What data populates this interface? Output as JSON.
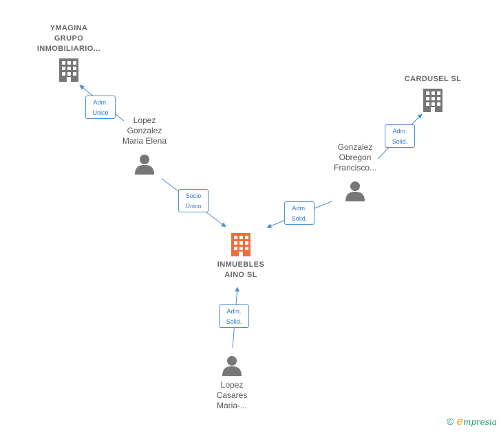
{
  "colors": {
    "edge": "#4a90d9",
    "node_gray": "#777777",
    "node_focus": "#f26b3a"
  },
  "nodes": {
    "ymagina": {
      "label": "YMAGINA\nGRUPO\nINMOBILIARIO...",
      "icon": "building-icon"
    },
    "cardusel": {
      "label": "CARDUSEL  SL",
      "icon": "building-icon"
    },
    "lopez_gonzalez": {
      "label": "Lopez\nGonzalez\nMaria Elena",
      "icon": "person-icon"
    },
    "gonzalez_obregon": {
      "label": "Gonzalez\nObregon\nFrancisco...",
      "icon": "person-icon"
    },
    "inmuebles": {
      "label": "INMUEBLES\nAINO  SL",
      "icon": "building-icon"
    },
    "lopez_casares": {
      "label": "Lopez\nCasares\nMaria-...",
      "icon": "person-icon"
    }
  },
  "relations": {
    "r1": "Adm.\nUnico",
    "r2": "Adm.\nSolid.",
    "r3": "Socio\nÚnico",
    "r4": "Adm.\nSolid.",
    "r5": "Adm.\nSolid."
  },
  "footer": {
    "copyright": "©",
    "brand_initial": "e",
    "brand_rest": "mpresia"
  }
}
